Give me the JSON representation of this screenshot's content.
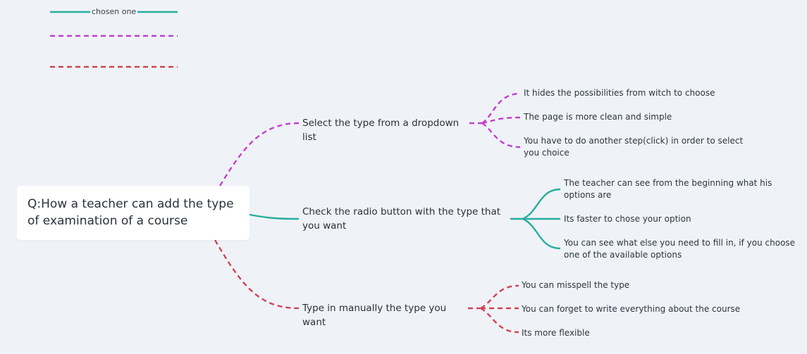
{
  "colors": {
    "background": "#eff2f7",
    "green": "#27ae9d",
    "purple": "#c23fd0",
    "red": "#cf4455"
  },
  "legend": {
    "chosen_label": "chosen one"
  },
  "root": {
    "text": "Q:How a teacher can add the type of examination of a course"
  },
  "branches": [
    {
      "label": "Select the type from a dropdown list",
      "leaves": [
        "It hides the possibilities from witch to choose",
        "The page is more clean and simple",
        "You have to do another step(click) in order to select you choice"
      ]
    },
    {
      "label": "Check the radio button with the type that you want",
      "leaves": [
        "The teacher can see from the beginning what his options are",
        "Its faster to chose your option",
        "You can see what else you need to fill in, if you choose one of the available options"
      ]
    },
    {
      "label": "Type in manually the type you want",
      "leaves": [
        "You can misspell the type",
        "You can forget to write everything about the course",
        "Its more flexible"
      ]
    }
  ]
}
